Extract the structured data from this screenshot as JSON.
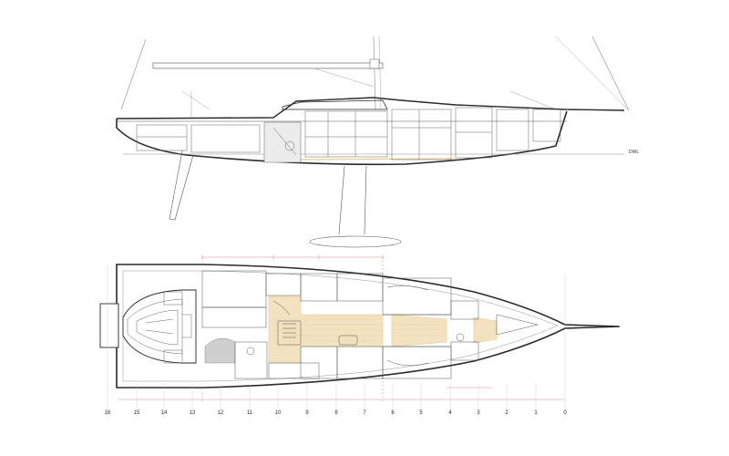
{
  "profile_view": {
    "waterline_label": "DWL"
  },
  "plan_view": {
    "dimension_labels": [
      "",
      "",
      ""
    ]
  },
  "stations": {
    "labels": [
      "16",
      "15",
      "14",
      "13",
      "12",
      "11",
      "10",
      "9",
      "8",
      "7",
      "6",
      "5",
      "4",
      "3",
      "2",
      "1",
      "0"
    ]
  },
  "colors": {
    "line": "#2a2a2a",
    "thin_line": "#8a8a8a",
    "dimension": "#d9534f",
    "sole_wood": "#e9c98e",
    "shade": "#cfcfcf"
  }
}
